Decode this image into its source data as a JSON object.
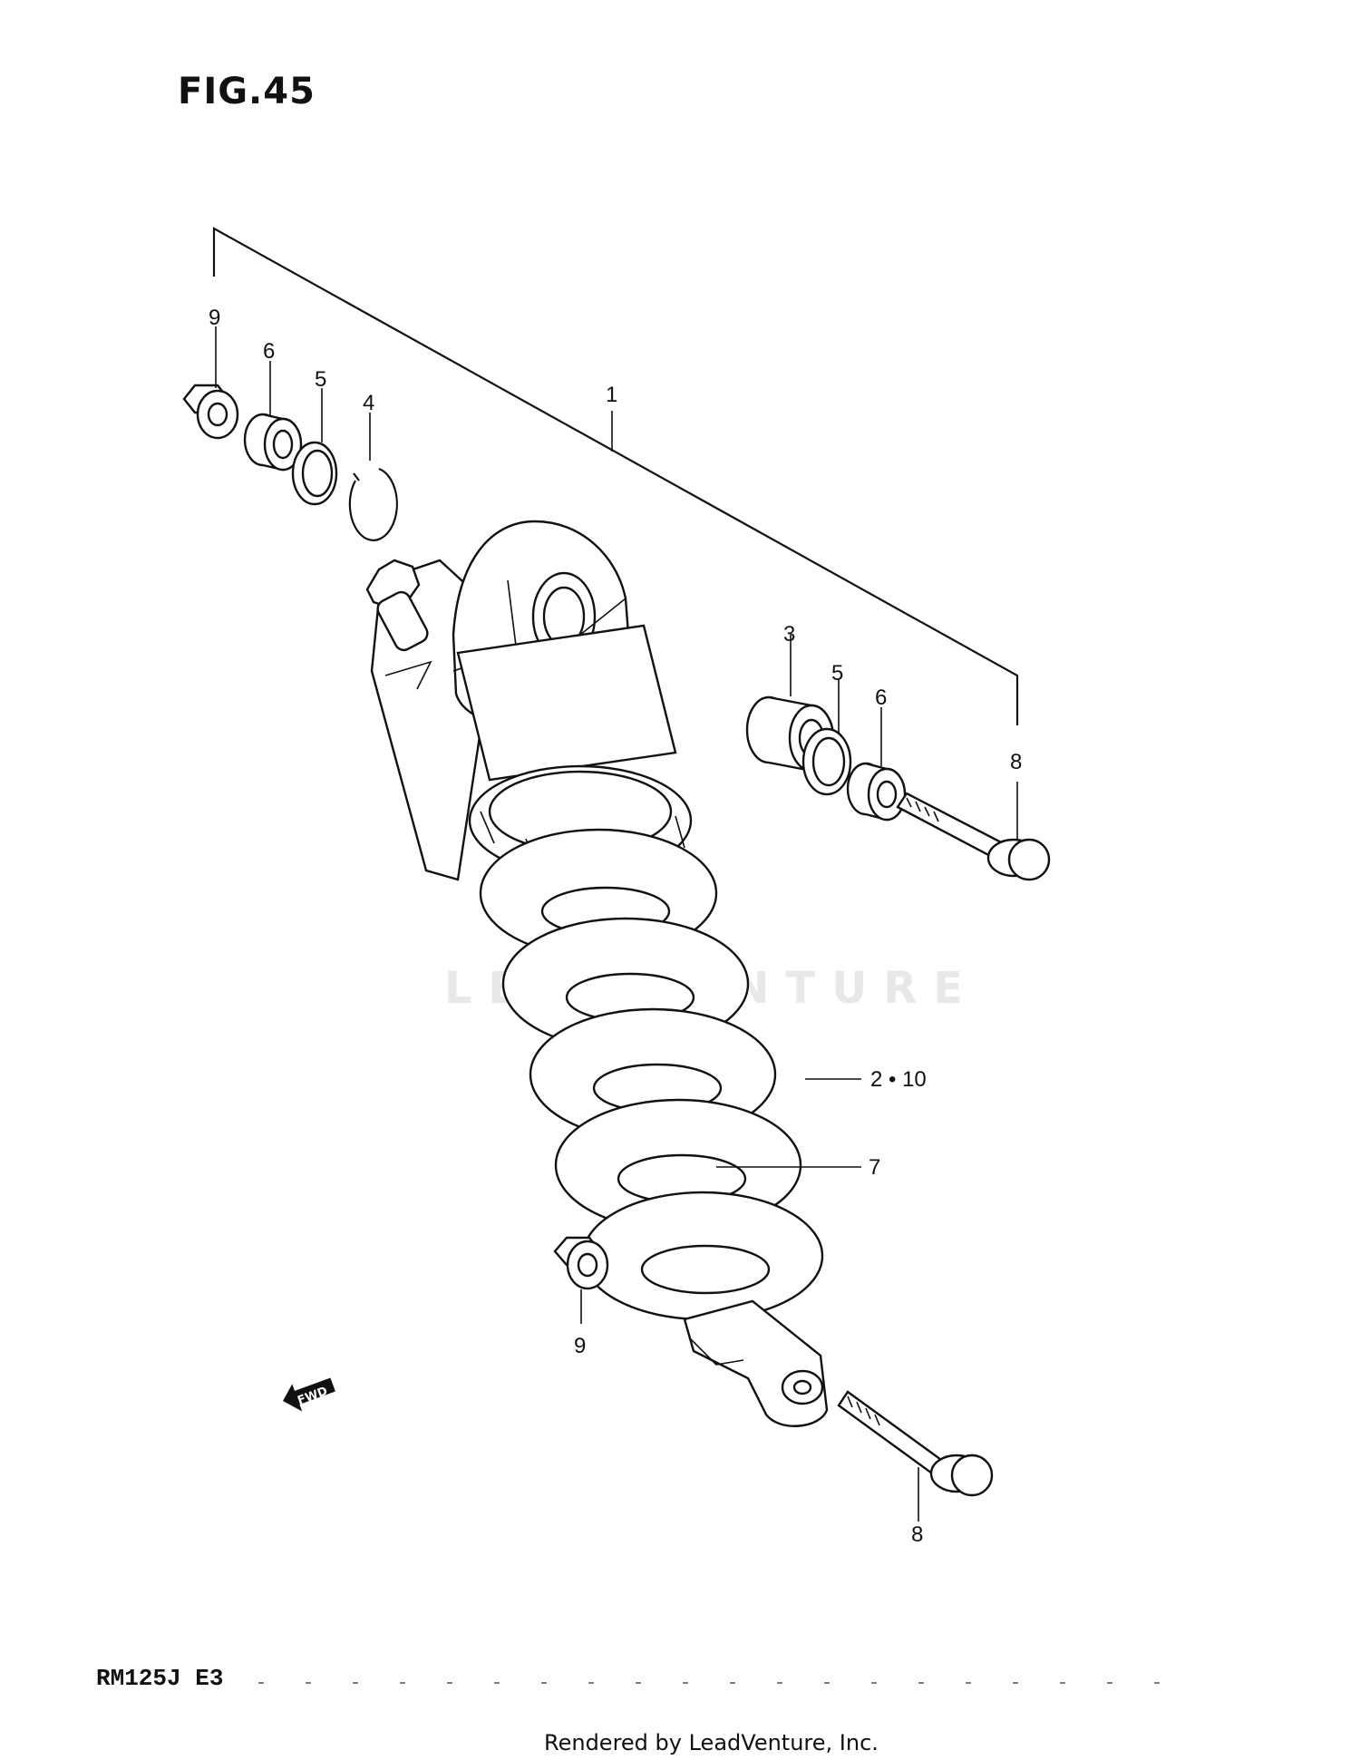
{
  "figure": {
    "title": "FIG.45"
  },
  "model_code": "RM125J E3",
  "watermark": "LEADVENTURE",
  "fwd_label": "FWD",
  "footer": "Rendered by LeadVenture, Inc.",
  "callouts": {
    "c1": "1",
    "c2_10": "2 • 10",
    "c3": "3",
    "c4": "4",
    "c5_upper": "5",
    "c5_right": "5",
    "c6_upper": "6",
    "c6_right": "6",
    "c7": "7",
    "c8_upper": "8",
    "c8_lower": "8",
    "c9_upper": "9",
    "c9_lower": "9"
  }
}
